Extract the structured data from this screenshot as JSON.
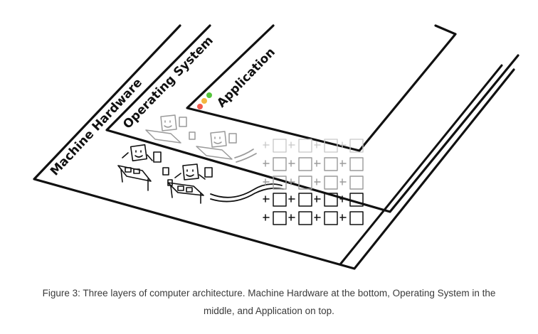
{
  "diagram": {
    "layers": [
      {
        "id": "hardware",
        "label": "Machine Hardware"
      },
      {
        "id": "os",
        "label": "Operating System"
      },
      {
        "id": "app",
        "label": "Application"
      }
    ],
    "window_controls": {
      "red": "#f25a4d",
      "yellow": "#f4b63f",
      "green": "#54c43b"
    },
    "ink_color": "#111111"
  },
  "caption": {
    "line1": "Figure 3: Three layers of computer architecture. Machine Hardware at the bottom, Operating System in the",
    "line2": "middle, and Application on top."
  }
}
